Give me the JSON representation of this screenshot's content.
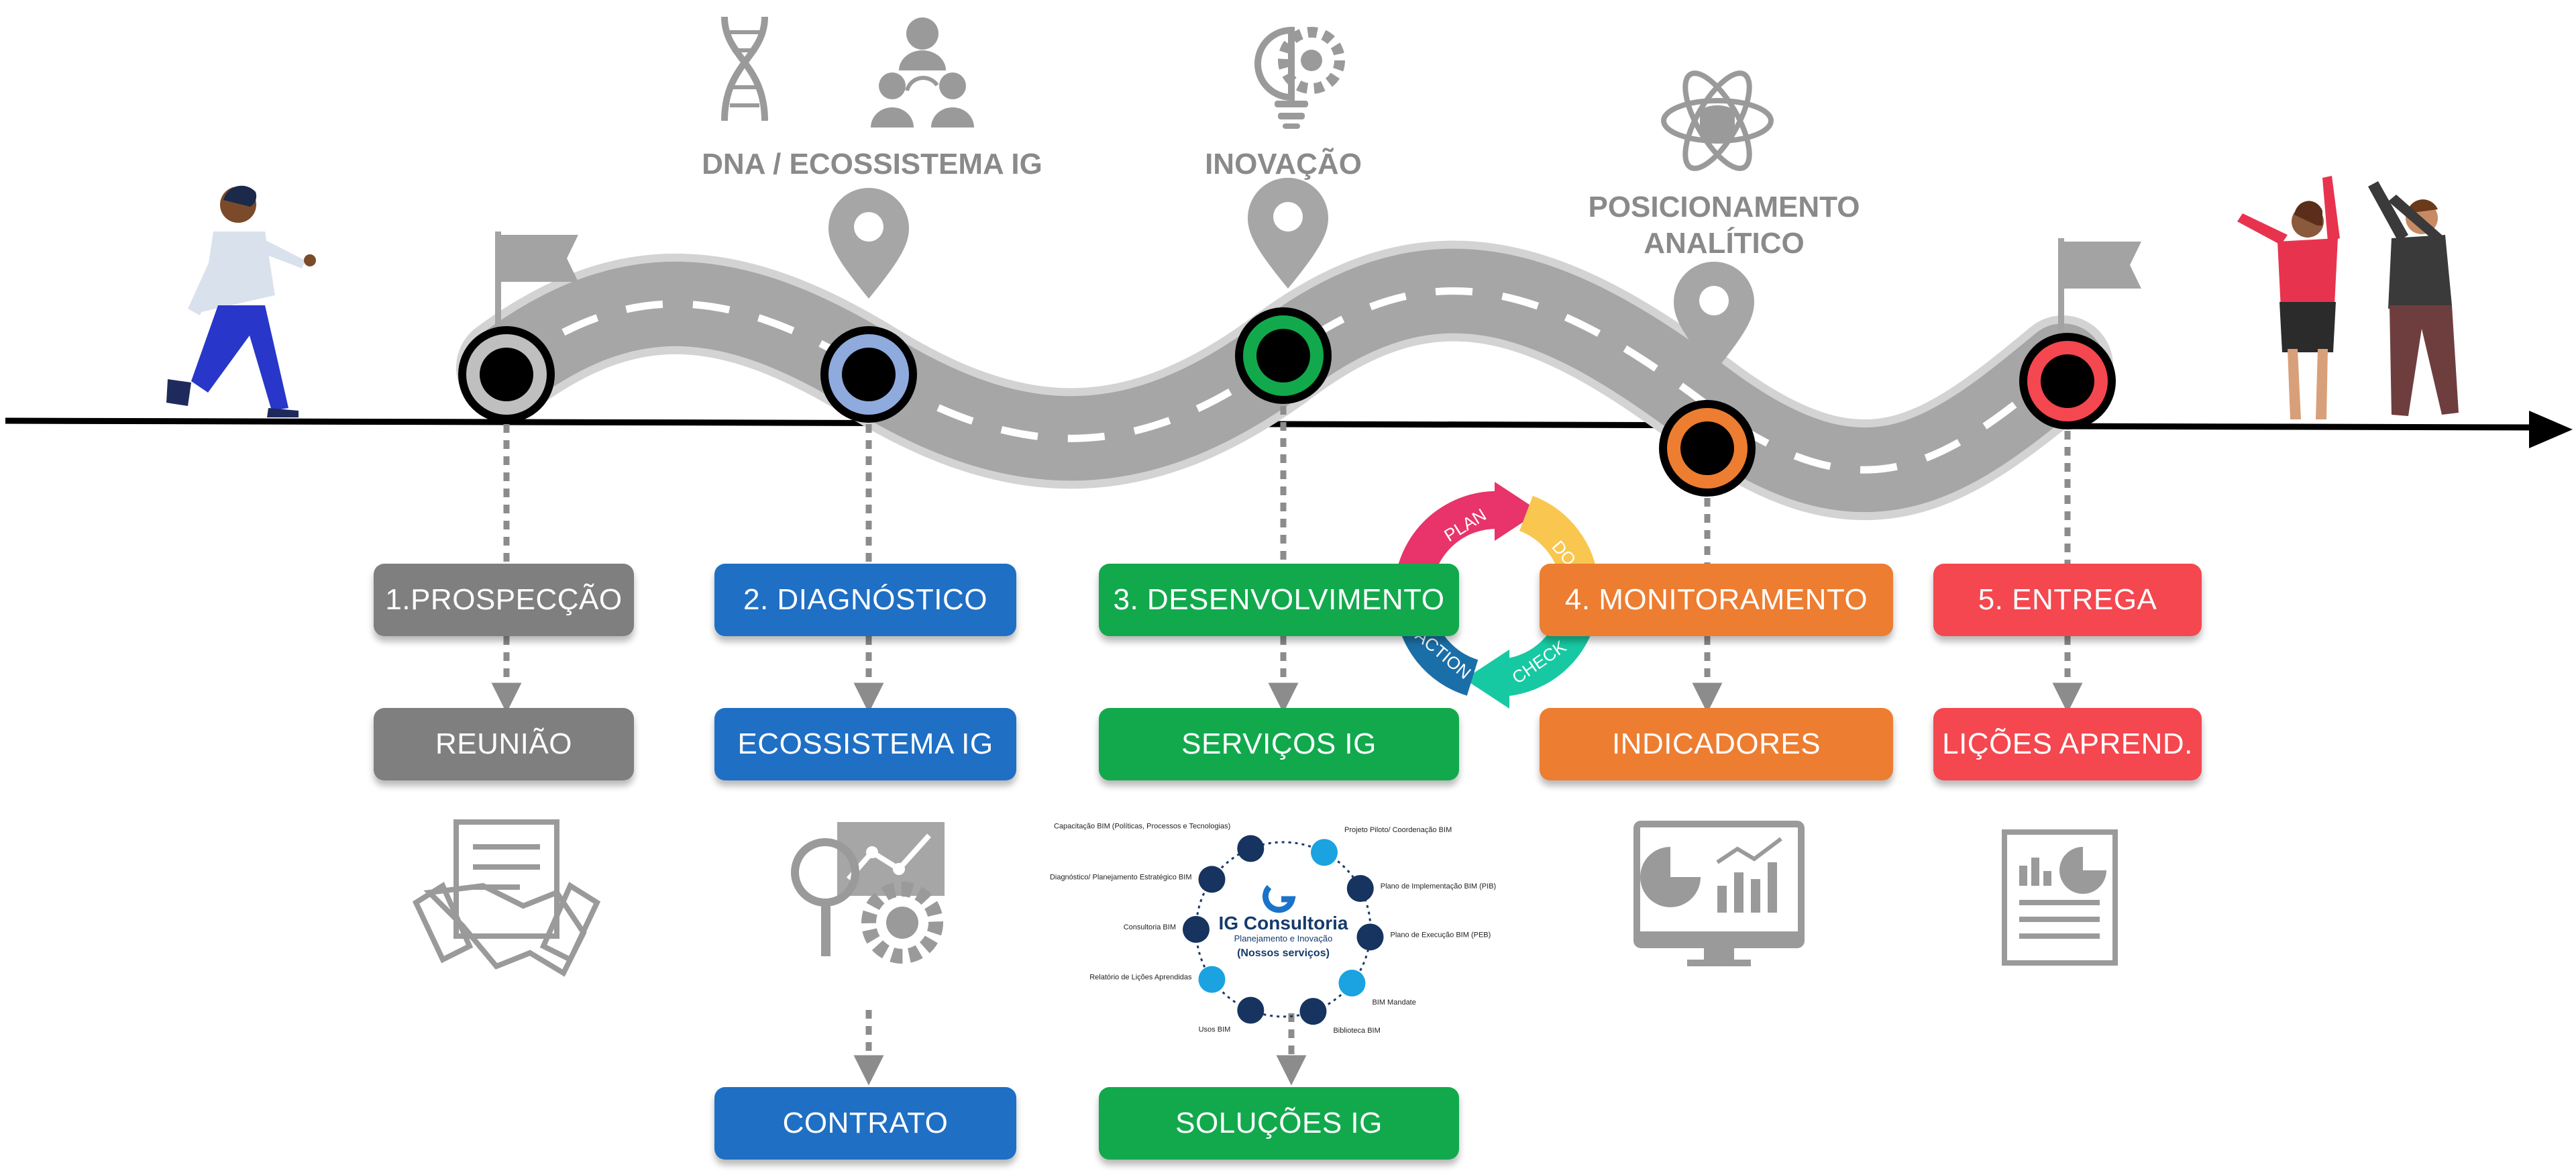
{
  "colors": {
    "grey": "#7f7f7f",
    "blue": "#1f6fc4",
    "green": "#12a94d",
    "orange": "#ed7d31",
    "red": "#f4474f",
    "road": "#a6a6a6",
    "icon": "#9a9a9a"
  },
  "headers": {
    "dna": "DNA / ECOSSISTEMA IG",
    "inovacao": "INOVAÇÃO",
    "posicionamento_1": "POSICIONAMENTO",
    "posicionamento_2": "ANALÍTICO"
  },
  "stages": [
    {
      "label": "1.PROSPECÇÃO",
      "sub": "REUNIÃO"
    },
    {
      "label": "2. DIAGNÓSTICO",
      "sub": "ECOSSISTEMA IG",
      "extra": "CONTRATO"
    },
    {
      "label": "3. DESENVOLVIMENTO",
      "sub": "SERVIÇOS IG",
      "extra": "SOLUÇÕES IG"
    },
    {
      "label": "4. MONITORAMENTO",
      "sub": "INDICADORES"
    },
    {
      "label": "5. ENTREGA",
      "sub": "LIÇÕES APREND."
    }
  ],
  "pdca": {
    "plan": "PLAN",
    "do": "DO",
    "check": "CHECK",
    "action": "ACTION"
  },
  "services_wheel": {
    "brand": "IG Consultoria",
    "tagline": "Planejamento e Inovação",
    "caption": "(Nossos serviços)",
    "items": [
      "Capacitação BIM (Políticas, Processos e Tecnologias)",
      "Projeto Piloto/ Coordenação BIM",
      "Plano de Implementação BIM (PIB)",
      "Plano de Execução BIM (PEB)",
      "BIM Mandate",
      "Biblioteca BIM",
      "Usos BIM",
      "Relatório de Lições Aprendidas",
      "Consultoria BIM",
      "Diagnóstico/ Planejamento Estratégico BIM"
    ]
  }
}
